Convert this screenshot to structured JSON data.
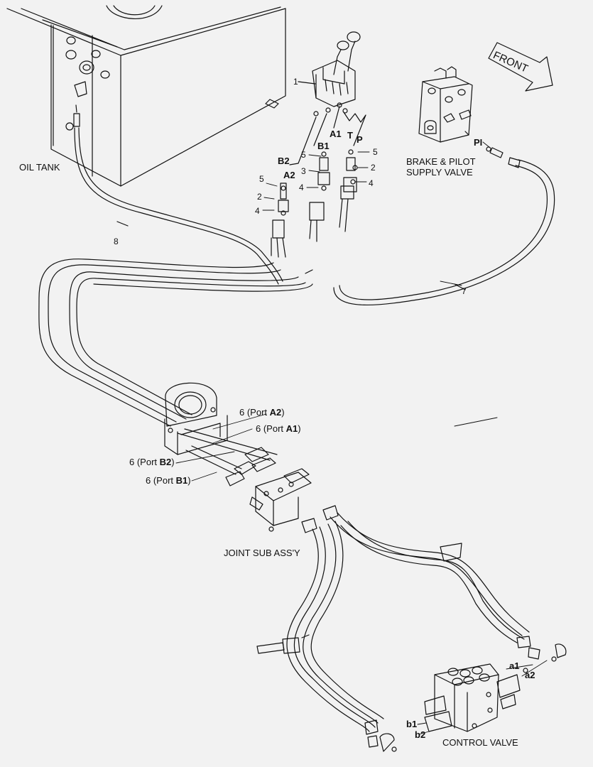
{
  "labels": {
    "oil_tank": "OIL TANK",
    "brake_pilot_line1": "BRAKE & PILOT",
    "brake_pilot_line2": "SUPPLY VALVE",
    "front": "FRONT",
    "joint_sub_assy": "JOINT SUB ASS'Y",
    "control_valve": "CONTROL VALVE"
  },
  "ports": {
    "b2": "B2",
    "a2": "A2",
    "b1": "B1",
    "a1": "A1",
    "t": "T",
    "p": "P",
    "pi": "PI",
    "cv_a1": "a1",
    "cv_a2": "a2",
    "cv_b1": "b1",
    "cv_b2": "b2"
  },
  "callouts": {
    "n1": "1",
    "n2a": "2",
    "n2b": "2",
    "n3": "3",
    "n4a": "4",
    "n4b": "4",
    "n4c": "4",
    "n5a": "5",
    "n5b": "5",
    "n5c": "5",
    "n7": "7",
    "n8": "8"
  },
  "port_callouts": {
    "a2": {
      "prefix": "6 (Port ",
      "port": "A2",
      "suffix": ")"
    },
    "a1": {
      "prefix": "6 (Port ",
      "port": "A1",
      "suffix": ")"
    },
    "b2": {
      "prefix": "6 (Port ",
      "port": "B2",
      "suffix": ")"
    },
    "b1": {
      "prefix": "6 (Port ",
      "port": "B1",
      "suffix": ")"
    }
  }
}
